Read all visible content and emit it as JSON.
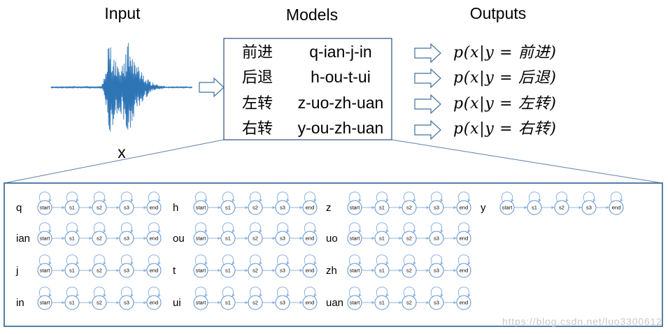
{
  "headers": {
    "input": "Input",
    "models": "Models",
    "outputs": "Outputs"
  },
  "input_variable": "x",
  "models": [
    {
      "word": "前进",
      "pinyin": "q-ian-j-in"
    },
    {
      "word": "后退",
      "pinyin": "h-ou-t-ui"
    },
    {
      "word": "左转",
      "pinyin": "z-uo-zh-uan"
    },
    {
      "word": "右转",
      "pinyin": "y-ou-zh-uan"
    }
  ],
  "outputs": [
    "p(x|y = 前进)",
    "p(x|y = 后退)",
    "p(x|y = 左转)",
    "p(x|y = 右转)"
  ],
  "hmm_grid": {
    "states": [
      "start",
      "s1",
      "s2",
      "s3",
      "end"
    ],
    "columns": [
      [
        "q",
        "ian",
        "j",
        "in"
      ],
      [
        "h",
        "ou",
        "t",
        "ui"
      ],
      [
        "z",
        "uo",
        "zh",
        "uan"
      ],
      [
        "y"
      ]
    ]
  },
  "watermark": "https://blog.csdn.net/luo3300612",
  "colors": {
    "waveform": "#2e75b6",
    "node_stroke": "#5b8fd0",
    "edge": "#8fb5e0",
    "box_border": "#385d8a",
    "arrow_outline": "#41719c",
    "zoom_line": "#5b7fa8",
    "panel_border": "#41719c",
    "watermark": "#c8c8c8"
  }
}
